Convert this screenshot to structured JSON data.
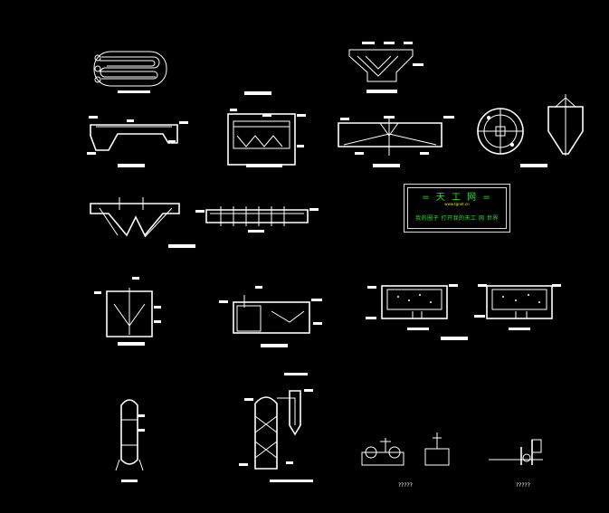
{
  "title_block": {
    "site_name": "= 天 工 网 =",
    "url": "www.tgnet.cn",
    "slogan": "我的圈子 打开我的天工 网 世界"
  },
  "bottom_labels": {
    "left": "?????",
    "right": "?????"
  }
}
